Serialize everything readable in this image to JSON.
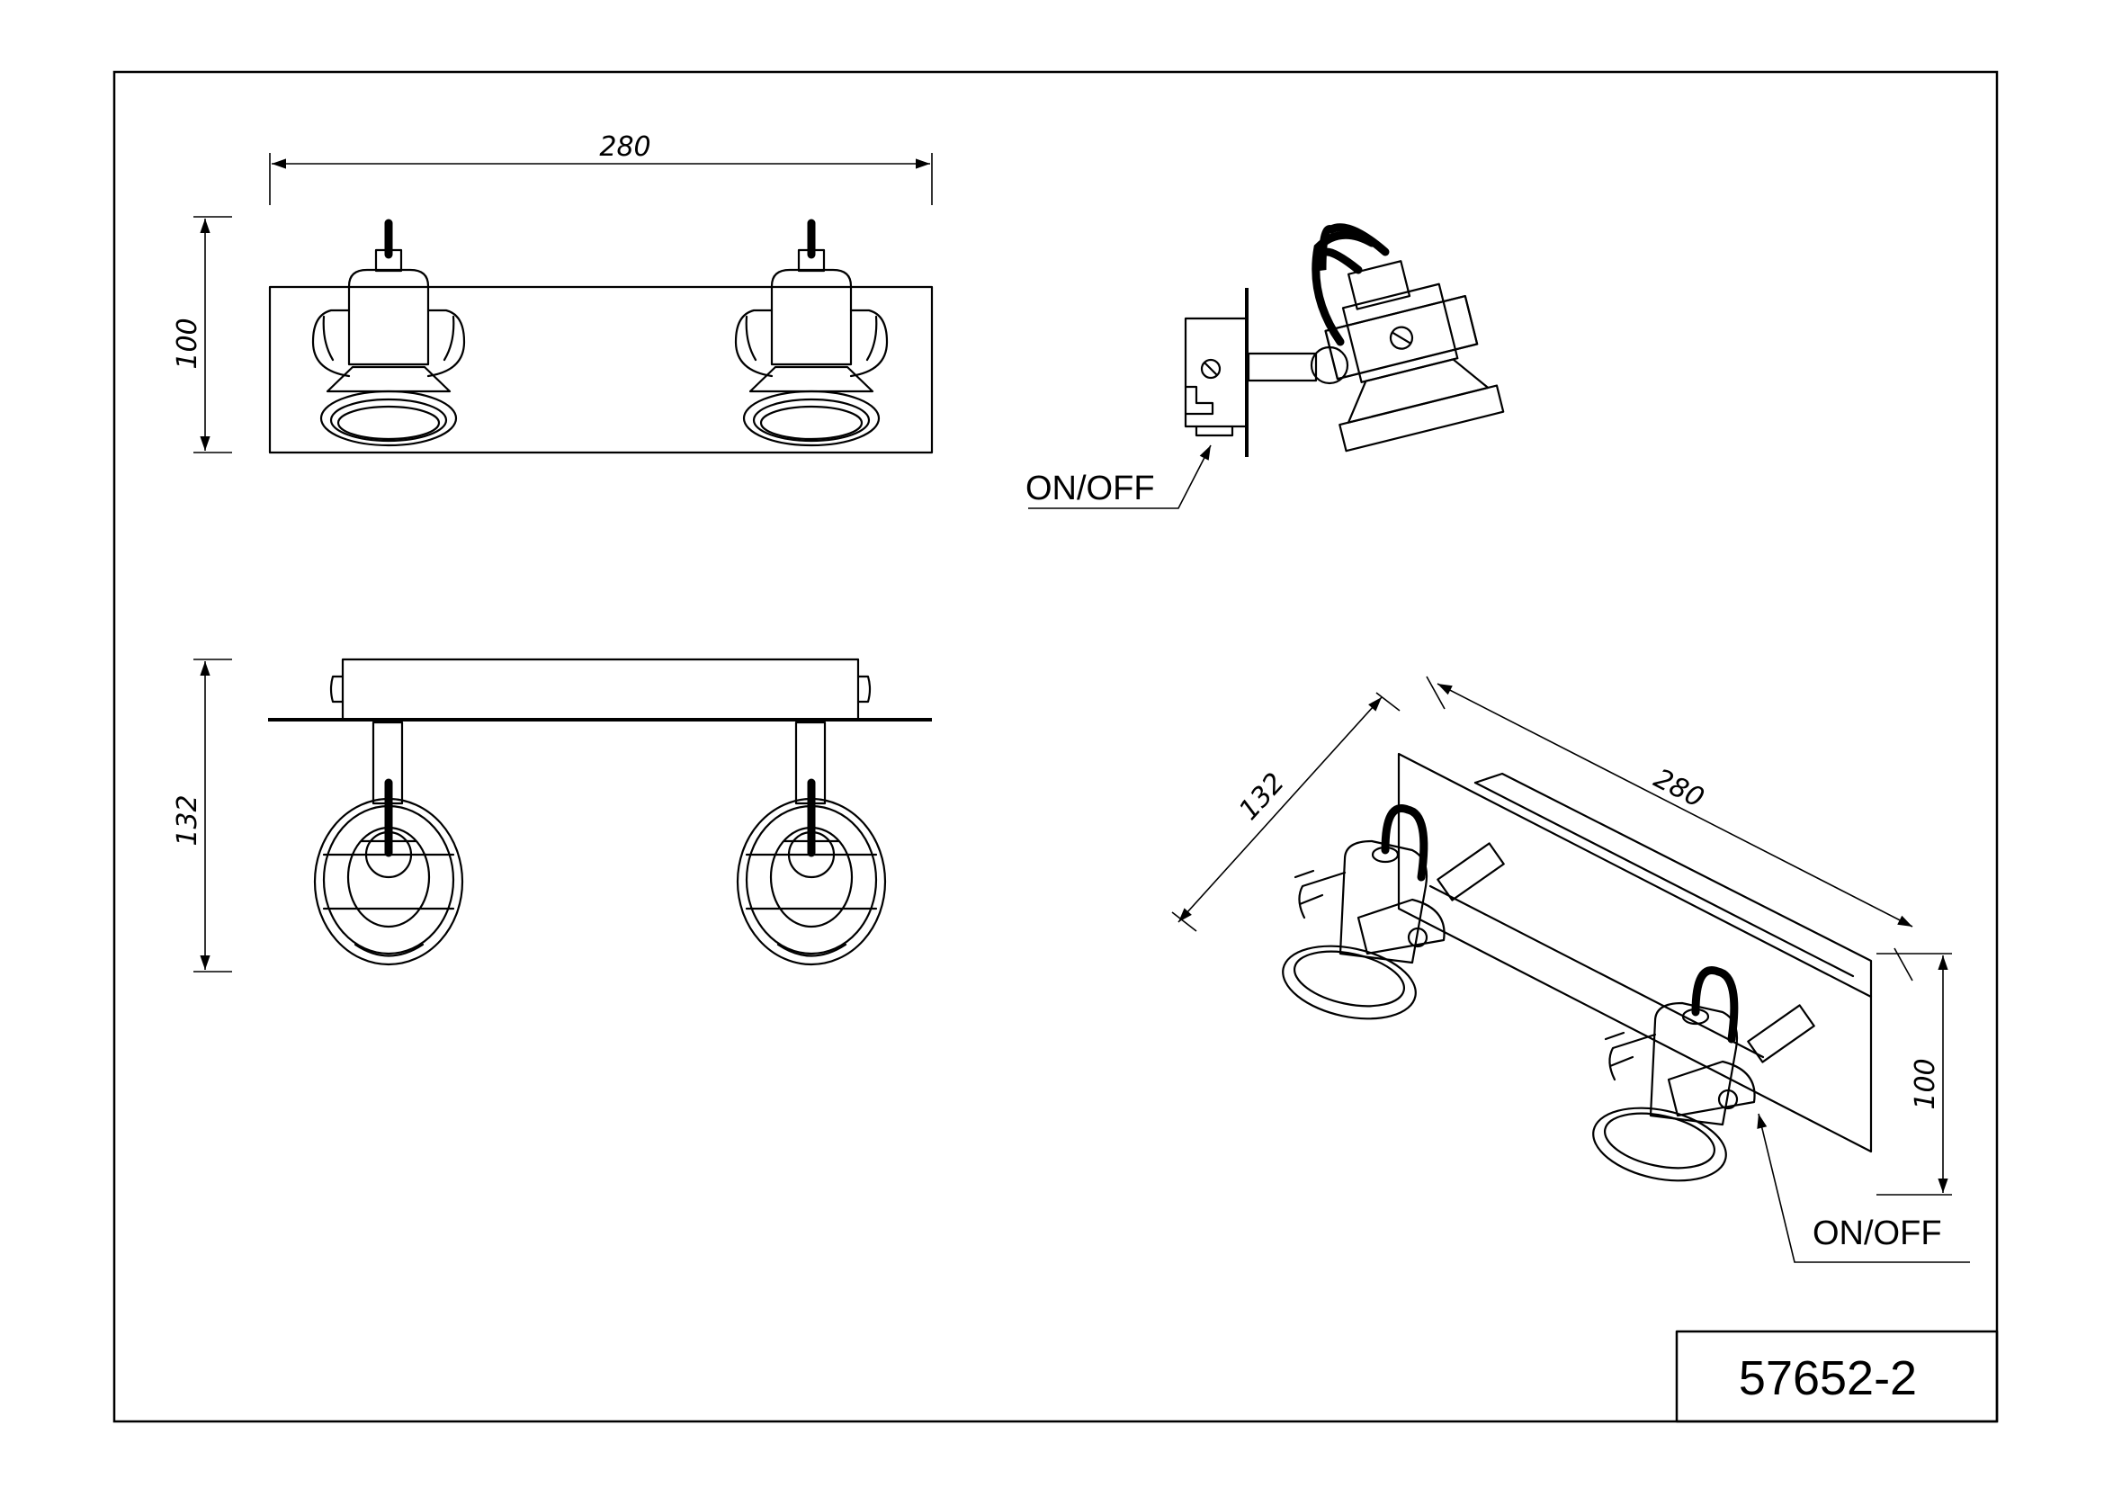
{
  "drawing": {
    "code": "57652-2",
    "front_view": {
      "width_label": "280",
      "height_label": "100"
    },
    "bottom_view": {
      "depth_label": "132"
    },
    "side_view": {
      "switch_label": "ON/OFF"
    },
    "iso_view": {
      "width_label": "280",
      "depth_label": "132",
      "height_label": "100",
      "switch_label": "ON/OFF"
    }
  }
}
